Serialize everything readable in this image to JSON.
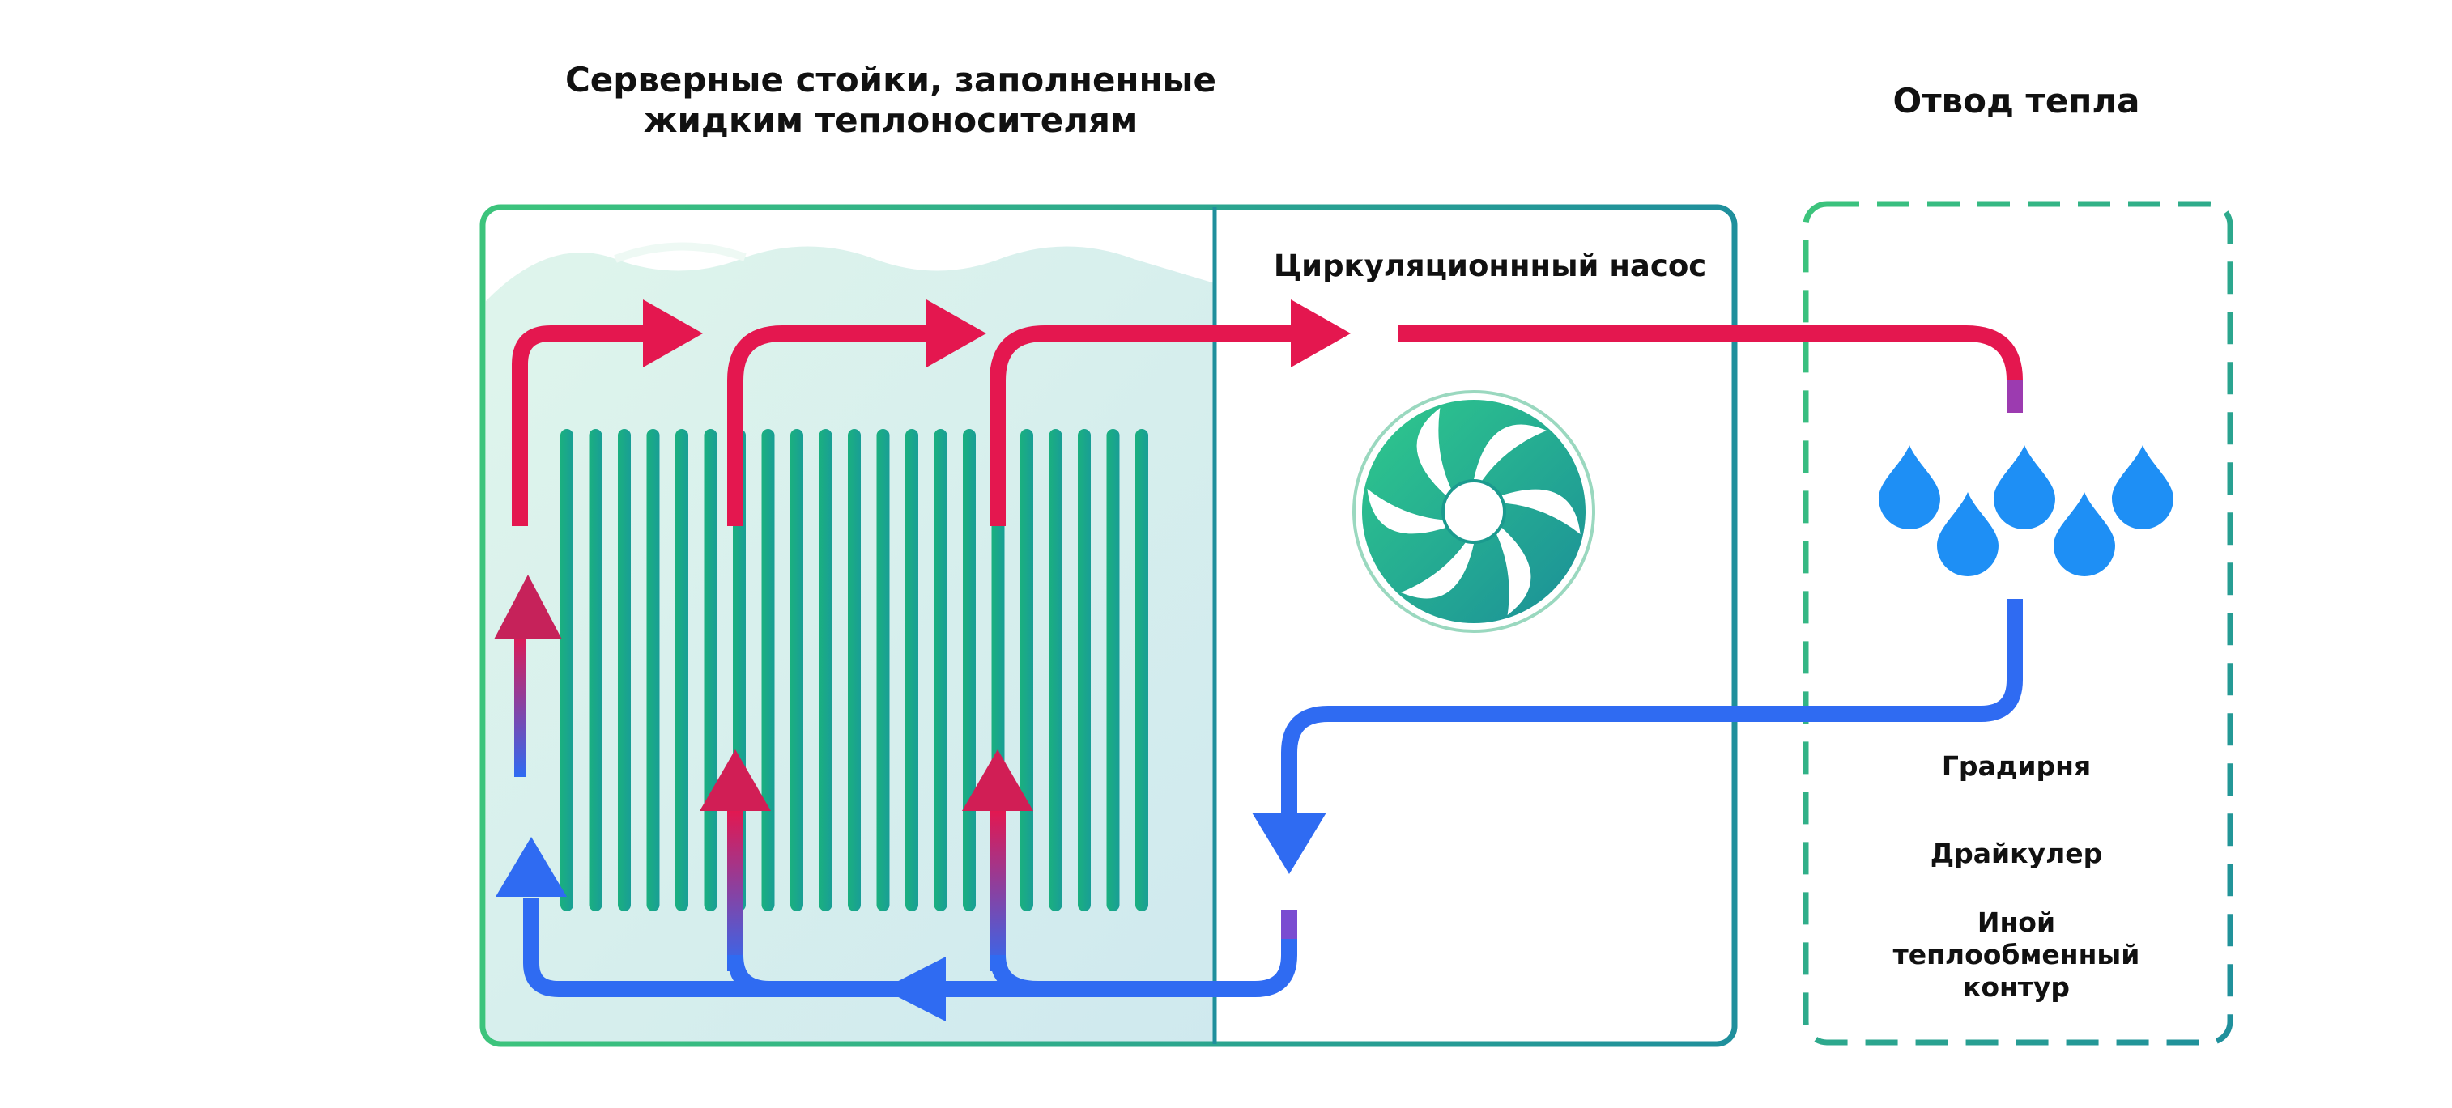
{
  "labels": {
    "server_racks_line1": "Серверные стойки, заполненные",
    "server_racks_line2": "жидким теплоносителям",
    "heat_removal": "Отвод тепла",
    "circulation_pump": "Циркуляционнный насос",
    "cooling_tower": "Градирня",
    "drycooler": "Драйкулер",
    "other_line1": "Иной",
    "other_line2": "теплообменный",
    "other_line3": "контур"
  },
  "colors": {
    "hot": "#e4174f",
    "cold": "#2f6bf2",
    "frame": "#2ab889",
    "water_drop": "#1e8ff5",
    "fins": "#1aaf86",
    "fan": "#29b990"
  },
  "icons": [
    "radiator-fins",
    "fan-icon",
    "water-drop-icon"
  ]
}
